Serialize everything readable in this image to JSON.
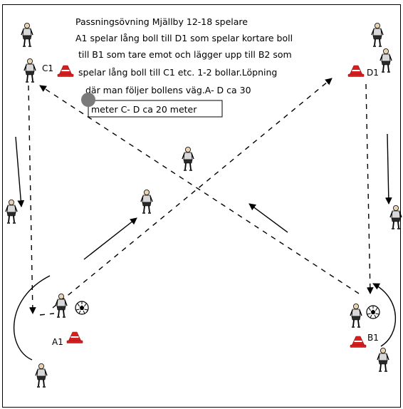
{
  "description": {
    "lines": [
      "Passningsövning Mjällby  12-18 spelare",
      "A1 spelar lång boll till D1 som spelar kortare boll",
      " till B1 som tare emot och lägger upp till B2 som",
      "spelar lång boll till C1 etc. 1-2 bollar.Löpning",
      " där man följer bollens väg.A- D ca 30",
      "meter C- D ca 20 meter"
    ]
  },
  "labels": {
    "a1": "A1",
    "b1": "B1",
    "c1": "C1",
    "d1": "D1"
  },
  "colors": {
    "cone": "#d42020",
    "cone_stripe": "#ffffff",
    "player_shirt": "#d8d8d8",
    "player_shorts": "#2a2a2a",
    "line": "#000000",
    "grey_marker": "#7a7a7a"
  },
  "icons": {
    "cone": "training-cone-icon",
    "player": "player-icon",
    "ball": "soccer-ball-icon"
  }
}
